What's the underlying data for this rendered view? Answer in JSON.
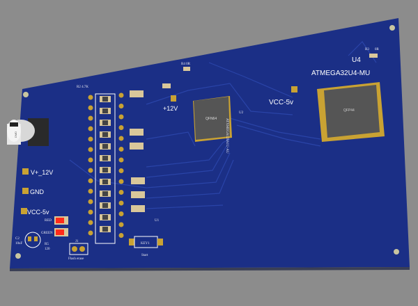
{
  "colors": {
    "background": "#8c8c8c",
    "board": "#1b2f86",
    "trace": "#22389a",
    "pad": "#c9a233",
    "chip": "#5a5a5a",
    "silkscreen": "#ffffff",
    "led_red": "#ff2a1a"
  },
  "labels": {
    "v12_in": "V+_12V",
    "gnd": "GND",
    "vcc_left": "VCC-5v",
    "plus12": "+12V",
    "vcc_mid": "VCC-5v",
    "u4_ref": "U4",
    "u4_part": "ATMEGA32U4-MU",
    "u2_ref": "U2",
    "u2_part": "ATXMEGA128A1U-AU",
    "qfn": "QFN64",
    "qfp": "QFP44",
    "r3": "R3",
    "r3_val": "0R",
    "r4": "R4 0R",
    "r5": "R5",
    "r5_val": "120",
    "r2": "R2 4.7K",
    "red": "RED",
    "green": "GREEN",
    "c2": "C2",
    "c2_val": "10uF",
    "key": "KEY1",
    "start": "Start",
    "flash": "Flash erase",
    "u1": "U1",
    "jp": "J1",
    "cap_brand": "DMD"
  }
}
